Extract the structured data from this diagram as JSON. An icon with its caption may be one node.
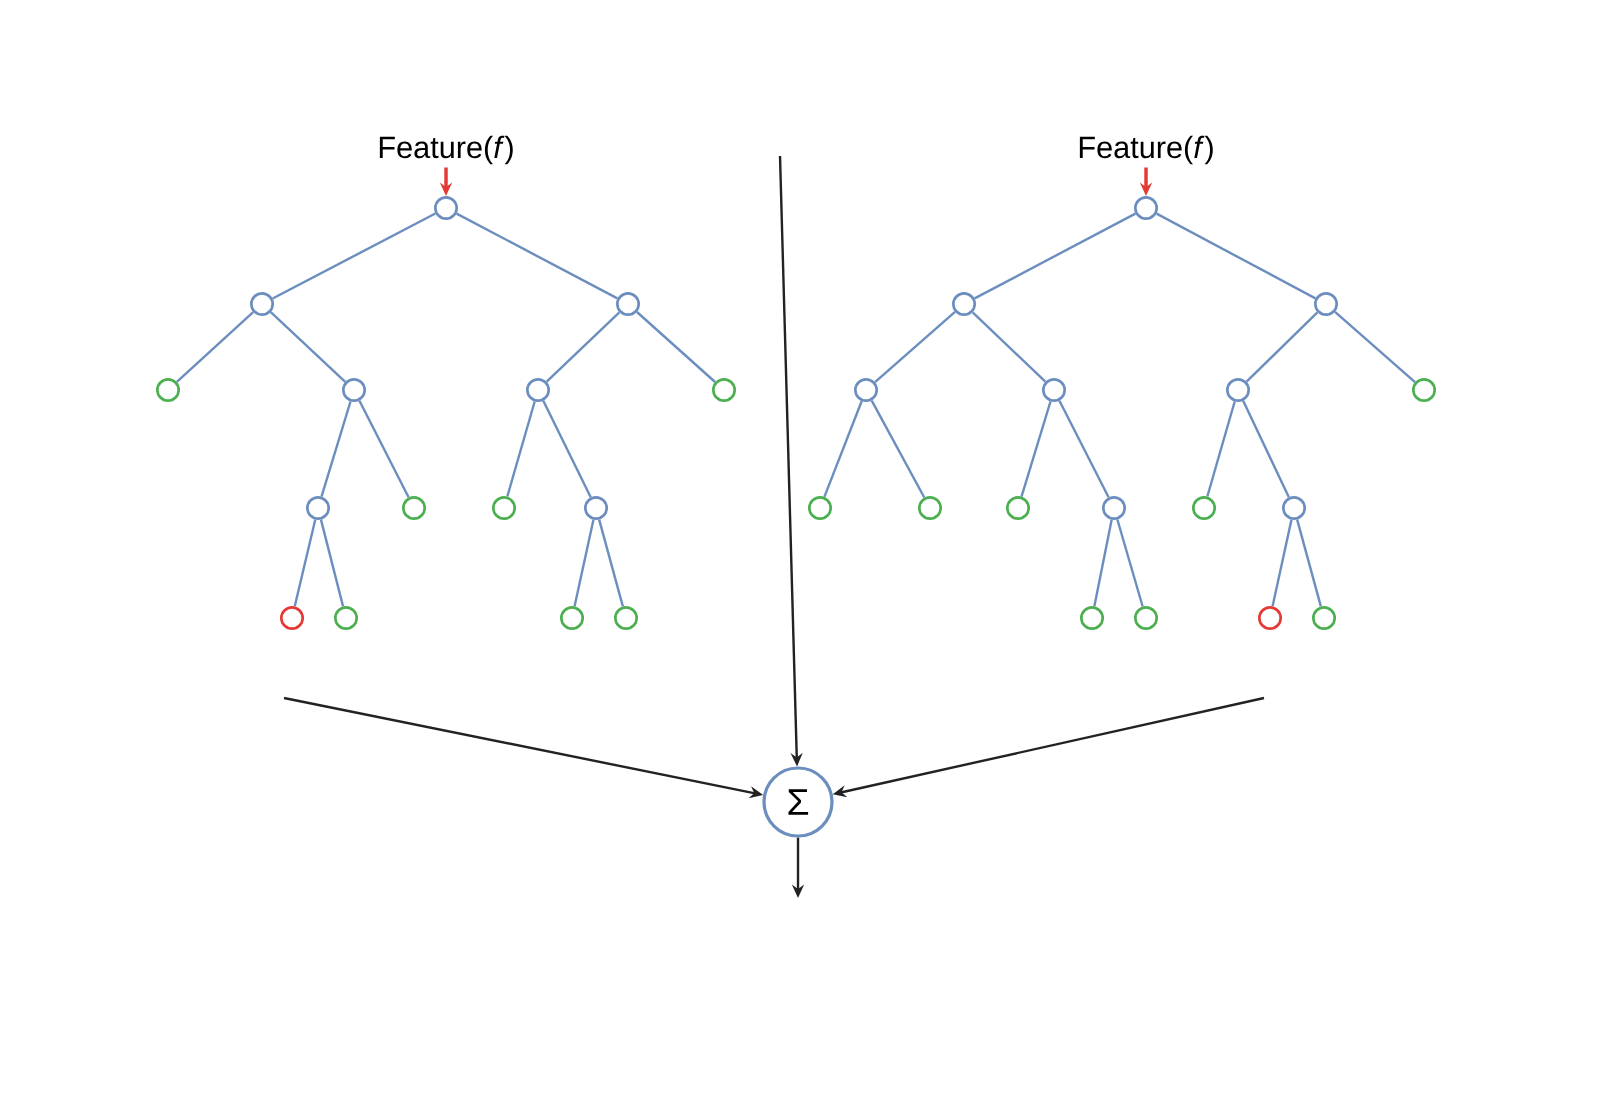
{
  "diagram": {
    "nodes": [
      {
        "text": [
          "Feature(*f*)"
        ]
      },
      {
        "text": [],
        "shape": "circle"
      },
      {
        "text": [],
        "shape": "circle"
      },
      {
        "text": [],
        "shape": "circle"
      },
      {
        "text": [],
        "shape": "circle"
      },
      {
        "text": [],
        "shape": "circle"
      },
      {
        "text": [],
        "shape": "circle"
      },
      {
        "text": [],
        "shape": "circle"
      },
      {
        "text": [],
        "shape": "circle"
      },
      {
        "text": [],
        "shape": "circle"
      },
      {
        "text": [],
        "shape": "circle"
      },
      {
        "text": [],
        "shape": "circle"
      },
      {
        "text": [],
        "shape": "circle"
      },
      {
        "text": [],
        "shape": "circle"
      },
      {
        "text": [],
        "shape": "circle"
      },
      {
        "text": [],
        "shape": "circle"
      },
      {
        "text": [
          "Feature(*f*)"
        ]
      },
      {
        "text": [],
        "shape": "circle"
      },
      {
        "text": [],
        "shape": "circle"
      },
      {
        "text": [],
        "shape": "circle"
      },
      {
        "text": [],
        "shape": "circle"
      },
      {
        "text": [],
        "shape": "circle"
      },
      {
        "text": [],
        "shape": "circle"
      },
      {
        "text": [],
        "shape": "circle"
      },
      {
        "text": [],
        "shape": "circle"
      },
      {
        "text": [],
        "shape": "circle"
      },
      {
        "text": [],
        "shape": "circle"
      },
      {
        "text": [],
        "shape": "circle"
      },
      {
        "text": [],
        "shape": "circle"
      },
      {
        "text": [],
        "shape": "circle"
      },
      {
        "text": [],
        "shape": "circle"
      },
      {
        "text": [],
        "shape": "circle"
      },
      {
        "text": [],
        "shape": "circle"
      },
      {
        "text": [],
        "shape": "circle"
      },
      {
        "text": [
          "Σ"
        ]
      }
    ],
    "edges": [
      {
        "from": 0,
        "to": 1,
        "arrow": "to",
        "color": "#e53935"
      },
      {
        "from": 1,
        "to": 2,
        "arrow": "none"
      },
      {
        "from": 1,
        "to": 3,
        "arrow": "none"
      },
      {
        "from": 2,
        "to": 4,
        "arrow": "none"
      },
      {
        "from": 2,
        "to": 5,
        "arrow": "none"
      },
      {
        "from": 5,
        "to": 8,
        "arrow": "none"
      },
      {
        "from": 5,
        "to": 9,
        "arrow": "none"
      },
      {
        "from": 8,
        "to": 12,
        "arrow": "none"
      },
      {
        "from": 8,
        "to": 13,
        "arrow": "none"
      },
      {
        "from": 3,
        "to": 6,
        "arrow": "none"
      },
      {
        "from": 3,
        "to": 7,
        "arrow": "none"
      },
      {
        "from": 6,
        "to": 10,
        "arrow": "none"
      },
      {
        "from": 6,
        "to": 11,
        "arrow": "none"
      },
      {
        "from": 11,
        "to": 14,
        "arrow": "none"
      },
      {
        "from": 11,
        "to": 15,
        "arrow": "none"
      },
      {
        "from": 16,
        "to": 17,
        "arrow": "to",
        "color": "#e53935"
      },
      {
        "from": 17,
        "to": 18,
        "arrow": "none"
      },
      {
        "from": 17,
        "to": 19,
        "arrow": "none"
      },
      {
        "from": 18,
        "to": 20,
        "arrow": "none"
      },
      {
        "from": 18,
        "to": 21,
        "arrow": "none"
      },
      {
        "from": 20,
        "to": 24,
        "arrow": "none"
      },
      {
        "from": 20,
        "to": 25,
        "arrow": "none"
      },
      {
        "from": 21,
        "to": 26,
        "arrow": "none"
      },
      {
        "from": 21,
        "to": 27,
        "arrow": "none"
      },
      {
        "from": 27,
        "to": 30,
        "arrow": "none"
      },
      {
        "from": 27,
        "to": 31,
        "arrow": "none"
      },
      {
        "from": 19,
        "to": 22,
        "arrow": "none"
      },
      {
        "from": 19,
        "to": 23,
        "arrow": "none"
      },
      {
        "from": 22,
        "to": 28,
        "arrow": "none"
      },
      {
        "from": 22,
        "to": 29,
        "arrow": "none"
      },
      {
        "from": 29,
        "to": 32,
        "arrow": "none"
      },
      {
        "from": 29,
        "to": 33,
        "arrow": "none"
      },
      {
        "from": null,
        "to": 34,
        "arrow": "to",
        "color": "#222222"
      },
      {
        "from": null,
        "to": 34,
        "arrow": "to",
        "color": "#222222"
      },
      {
        "from": null,
        "to": 34,
        "arrow": "to",
        "color": "#222222"
      },
      {
        "from": 34,
        "to": null,
        "arrow": "to",
        "color": "#222222"
      }
    ]
  }
}
